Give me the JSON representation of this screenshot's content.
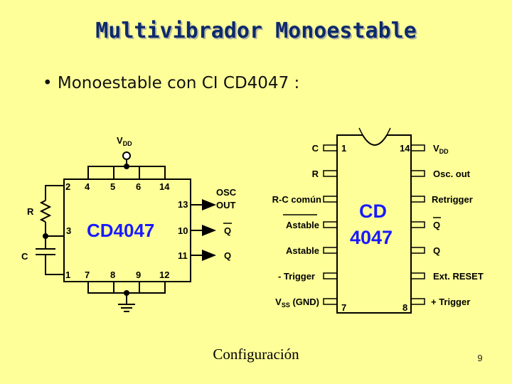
{
  "slide": {
    "title": "Multivibrador Monoestable",
    "bullet": "• Monoestable con CI CD4047 :",
    "caption": "Configuración",
    "page_number": "9"
  },
  "circuit": {
    "vdd": {
      "main": "V",
      "sub": "DD"
    },
    "chip_label": "CD4047",
    "resistor": "R",
    "capacitor": "C",
    "top_pins": [
      "2",
      "4",
      "5",
      "6",
      "14"
    ],
    "bottom_pins": [
      "1",
      "7",
      "8",
      "9",
      "12"
    ],
    "left_pin": "3",
    "right_pins": [
      "13",
      "10",
      "11"
    ],
    "outputs": {
      "osc_line1": "OSC",
      "osc_line2": "OUT",
      "q_bar": "Q",
      "q": "Q"
    }
  },
  "pinout": {
    "chip_line1": "CD",
    "chip_line2": "4047",
    "corner_pins": {
      "top_left": "1",
      "top_right": "14",
      "bottom_left": "7",
      "bottom_right": "8"
    },
    "left_labels": [
      "C",
      "R",
      "R-C común",
      "Astable",
      "Astable",
      "- Trigger",
      "V",
      "(GND)"
    ],
    "vss_sub": "SS",
    "right_labels": [
      "V",
      "Osc. out",
      "Retrigger",
      "Q",
      "Q",
      "Ext. RESET",
      "+ Trigger"
    ],
    "vdd_sub": "DD"
  },
  "colors": {
    "background": "#ffff99",
    "title": "#0d2a6b",
    "chip_text": "#1a1aff"
  }
}
